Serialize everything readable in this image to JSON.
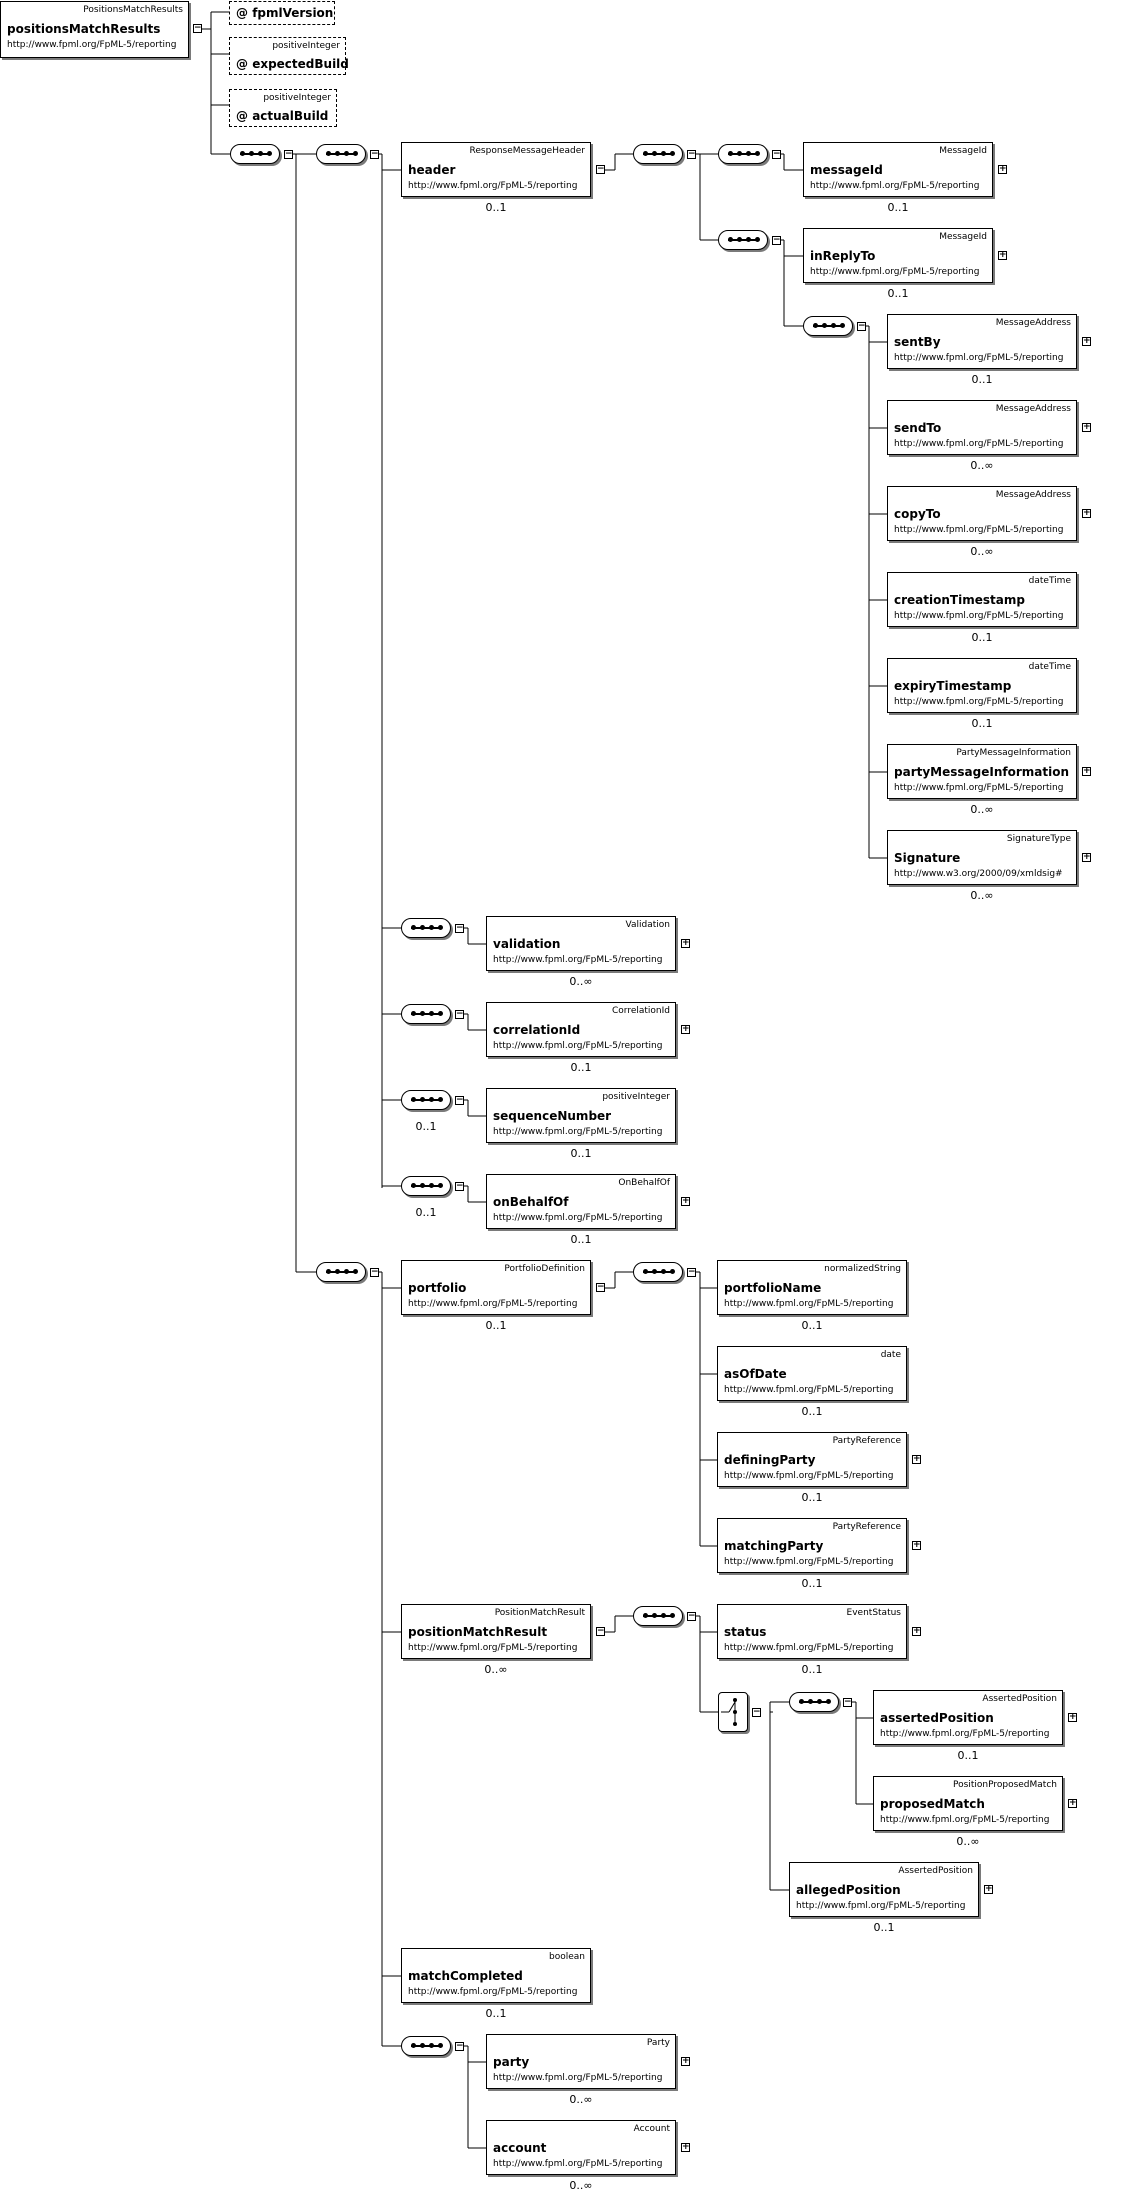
{
  "colors": {
    "line": "#000000",
    "shadow": "#7a7a7a",
    "background": "#ffffff"
  },
  "icons": {
    "expand": "plus-box-icon",
    "collapse": "minus-box-icon",
    "sequence": "sequence-compositor-icon",
    "choice": "choice-compositor-icon",
    "attribute": "at-sign-icon"
  },
  "root": {
    "type": "PositionsMatchResults",
    "name": "positionsMatchResults",
    "ns": "http://www.fpml.org/FpML-5/reporting"
  },
  "attributes": [
    {
      "type": "",
      "name": "fpmlVersion",
      "prefix": "@"
    },
    {
      "type": "positiveInteger",
      "name": "expectedBuild",
      "prefix": "@"
    },
    {
      "type": "positiveInteger",
      "name": "actualBuild",
      "prefix": "@"
    }
  ],
  "seq_cards": [
    "0..1",
    "0..1"
  ],
  "elements": [
    {
      "type": "ResponseMessageHeader",
      "name": "header",
      "ns": "http://www.fpml.org/FpML-5/reporting",
      "card": "0..1"
    },
    {
      "type": "MessageId",
      "name": "messageId",
      "ns": "http://www.fpml.org/FpML-5/reporting",
      "card": "0..1"
    },
    {
      "type": "MessageId",
      "name": "inReplyTo",
      "ns": "http://www.fpml.org/FpML-5/reporting",
      "card": "0..1"
    },
    {
      "type": "MessageAddress",
      "name": "sentBy",
      "ns": "http://www.fpml.org/FpML-5/reporting",
      "card": "0..1"
    },
    {
      "type": "MessageAddress",
      "name": "sendTo",
      "ns": "http://www.fpml.org/FpML-5/reporting",
      "card": "0..∞"
    },
    {
      "type": "MessageAddress",
      "name": "copyTo",
      "ns": "http://www.fpml.org/FpML-5/reporting",
      "card": "0..∞"
    },
    {
      "type": "dateTime",
      "name": "creationTimestamp",
      "ns": "http://www.fpml.org/FpML-5/reporting",
      "card": "0..1"
    },
    {
      "type": "dateTime",
      "name": "expiryTimestamp",
      "ns": "http://www.fpml.org/FpML-5/reporting",
      "card": "0..1"
    },
    {
      "type": "PartyMessageInformation",
      "name": "partyMessageInformation",
      "ns": "http://www.fpml.org/FpML-5/reporting",
      "card": "0..∞"
    },
    {
      "type": "SignatureType",
      "name": "Signature",
      "ns": "http://www.w3.org/2000/09/xmldsig#",
      "card": "0..∞"
    },
    {
      "type": "Validation",
      "name": "validation",
      "ns": "http://www.fpml.org/FpML-5/reporting",
      "card": "0..∞"
    },
    {
      "type": "CorrelationId",
      "name": "correlationId",
      "ns": "http://www.fpml.org/FpML-5/reporting",
      "card": "0..1"
    },
    {
      "type": "positiveInteger",
      "name": "sequenceNumber",
      "ns": "http://www.fpml.org/FpML-5/reporting",
      "card": "0..1"
    },
    {
      "type": "OnBehalfOf",
      "name": "onBehalfOf",
      "ns": "http://www.fpml.org/FpML-5/reporting",
      "card": "0..1"
    },
    {
      "type": "PortfolioDefinition",
      "name": "portfolio",
      "ns": "http://www.fpml.org/FpML-5/reporting",
      "card": "0..1"
    },
    {
      "type": "normalizedString",
      "name": "portfolioName",
      "ns": "http://www.fpml.org/FpML-5/reporting",
      "card": "0..1"
    },
    {
      "type": "date",
      "name": "asOfDate",
      "ns": "http://www.fpml.org/FpML-5/reporting",
      "card": "0..1"
    },
    {
      "type": "PartyReference",
      "name": "definingParty",
      "ns": "http://www.fpml.org/FpML-5/reporting",
      "card": "0..1"
    },
    {
      "type": "PartyReference",
      "name": "matchingParty",
      "ns": "http://www.fpml.org/FpML-5/reporting",
      "card": "0..1"
    },
    {
      "type": "PositionMatchResult",
      "name": "positionMatchResult",
      "ns": "http://www.fpml.org/FpML-5/reporting",
      "card": "0..∞"
    },
    {
      "type": "EventStatus",
      "name": "status",
      "ns": "http://www.fpml.org/FpML-5/reporting",
      "card": "0..1"
    },
    {
      "type": "AssertedPosition",
      "name": "assertedPosition",
      "ns": "http://www.fpml.org/FpML-5/reporting",
      "card": "0..1"
    },
    {
      "type": "PositionProposedMatch",
      "name": "proposedMatch",
      "ns": "http://www.fpml.org/FpML-5/reporting",
      "card": "0..∞"
    },
    {
      "type": "AssertedPosition",
      "name": "allegedPosition",
      "ns": "http://www.fpml.org/FpML-5/reporting",
      "card": "0..1"
    },
    {
      "type": "boolean",
      "name": "matchCompleted",
      "ns": "http://www.fpml.org/FpML-5/reporting",
      "card": "0..1"
    },
    {
      "type": "Party",
      "name": "party",
      "ns": "http://www.fpml.org/FpML-5/reporting",
      "card": "0..∞"
    },
    {
      "type": "Account",
      "name": "account",
      "ns": "http://www.fpml.org/FpML-5/reporting",
      "card": "0..∞"
    }
  ]
}
